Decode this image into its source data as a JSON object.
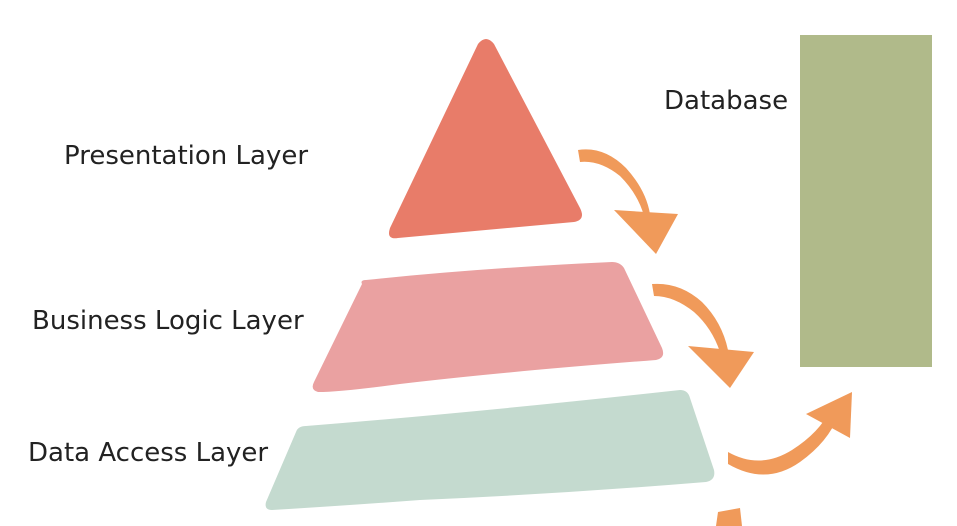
{
  "diagram": {
    "layers": [
      {
        "id": "presentation",
        "label": "Presentation Layer",
        "color": "#e87c69"
      },
      {
        "id": "business",
        "label": "Business Logic Layer",
        "color": "#eaa1a1"
      },
      {
        "id": "data-access",
        "label": "Data Access Layer",
        "color": "#c4dacf"
      }
    ],
    "database": {
      "label": "Database",
      "color": "#b0ba8a"
    },
    "arrow_color": "#f09a5a"
  }
}
